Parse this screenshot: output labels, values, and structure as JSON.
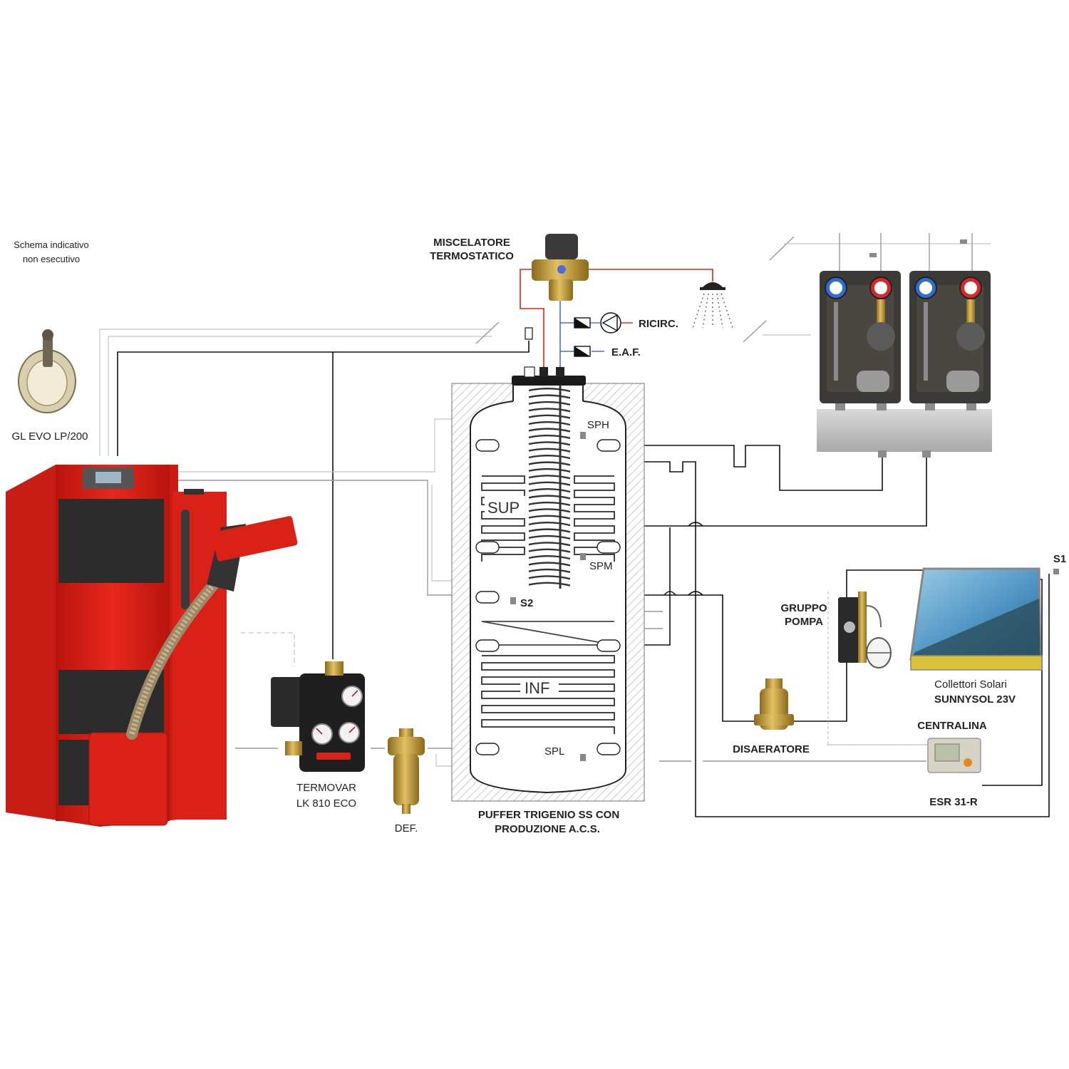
{
  "note": {
    "line1": "Schema indicativo",
    "line2": "non esecutivo"
  },
  "components": {
    "burner_label": "GL EVO LP/200",
    "mixer": {
      "line1": "MISCELATORE",
      "line2": "TERMOSTATICO"
    },
    "ricirc": "RICIRC.",
    "eaf": "E.A.F.",
    "termovar": {
      "line1": "TERMOVAR",
      "line2": "LK 810 ECO"
    },
    "def": "DEF.",
    "puffer": {
      "line1": "PUFFER TRIGENIO SS CON",
      "line2": "PRODUZIONE A.C.S."
    },
    "sensors": {
      "sph": "SPH",
      "spm": "SPM",
      "spl": "SPL",
      "s2": "S2",
      "s1": "S1"
    },
    "zones": {
      "sup": "SUP",
      "inf": "INF"
    },
    "gruppo_pompa": {
      "line1": "GRUPPO",
      "line2": "POMPA"
    },
    "collettori": {
      "line1": "Collettori Solari",
      "line2": "SUNNYSOL 23V"
    },
    "centralina": "CENTRALINA",
    "esr": "ESR 31-R",
    "disaeratore": "DISAERATORE"
  },
  "colors": {
    "boiler_red": "#e0241b",
    "hot_pipe": "#e2231a",
    "cold_pipe": "#4a6ee0",
    "brass": "#c9a13a",
    "solar_blue": "#4a8ec0",
    "insulation": "#d8d8d8"
  },
  "icons": [
    "pump-icon",
    "shower-icon",
    "valve-icon",
    "thermometer-icon"
  ]
}
